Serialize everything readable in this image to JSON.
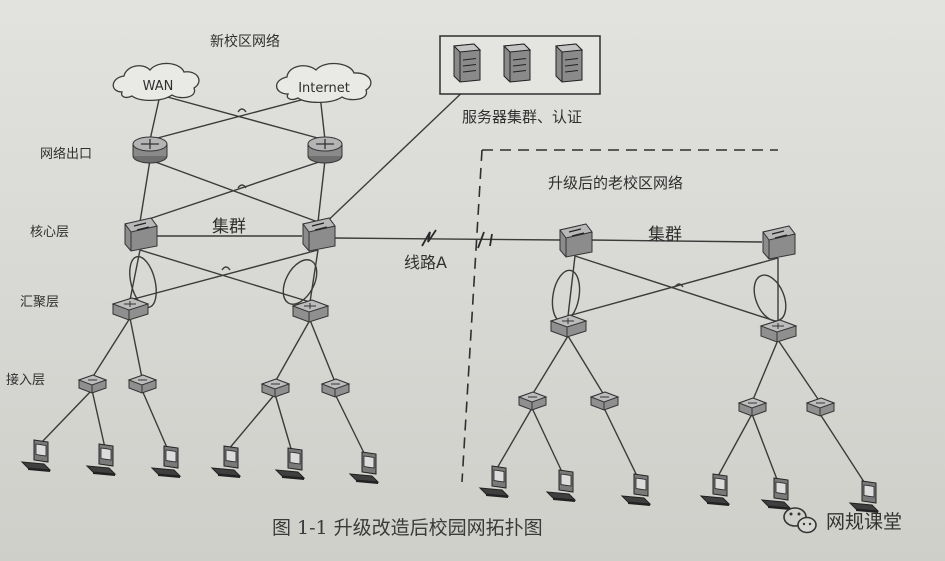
{
  "new_campus_title": "新校区网络",
  "old_campus_title": "升级后的老校区网络",
  "cloud_wan": "WAN",
  "cloud_internet": "Internet",
  "server_cluster_label": "服务器集群、认证",
  "layer_labels": {
    "egress": "网络出口",
    "core": "核心层",
    "aggregation": "汇聚层",
    "access": "接入层"
  },
  "cluster_label_new": "集群",
  "cluster_label_old": "集群",
  "link_label": "线路A",
  "caption": "图 1-1  升级改造后校园网拓扑图",
  "watermark": "网规课堂",
  "colors": {
    "line": "#3b3b3b",
    "device_fill": "#8e8e8e",
    "device_top": "#b6b6b6"
  }
}
